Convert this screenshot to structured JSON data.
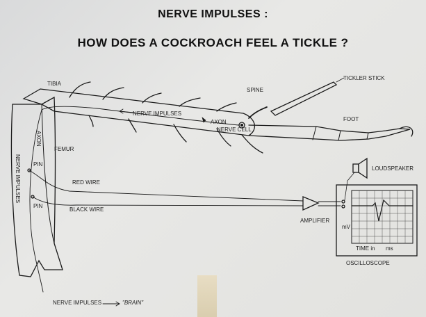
{
  "title": "NERVE IMPULSES :",
  "subtitle": "HOW DOES A COCKROACH FEEL A TICKLE ?",
  "labels": {
    "tibia": "TIBIA",
    "spine": "SPINE",
    "tickler_stick": "TICKLER STICK",
    "nerve_impulses_tibia": "NERVE IMPULSES",
    "axon_tibia": "AXON",
    "nerve_cell": "NERVE CELL",
    "foot": "FOOT",
    "femur": "FEMUR",
    "axon_femur": "AXON",
    "nerve_impulses_femur": "NERVE IMPULSES",
    "pin_top": "PIN",
    "pin_bottom": "PIN",
    "red_wire": "RED WIRE",
    "black_wire": "BLACK WIRE",
    "amplifier": "AMPLIFIER",
    "loudspeaker": "LOUDSPEAKER",
    "mv": "mV",
    "time_in": "TIME in",
    "ms": "ms",
    "oscilloscope": "OSCILLOSCOPE",
    "nerve_impulses_brain": "NERVE IMPULSES",
    "brain": "\"BRAIN\""
  },
  "colors": {
    "ink": "#1a1a1a",
    "paper": "#e4e4e2"
  }
}
